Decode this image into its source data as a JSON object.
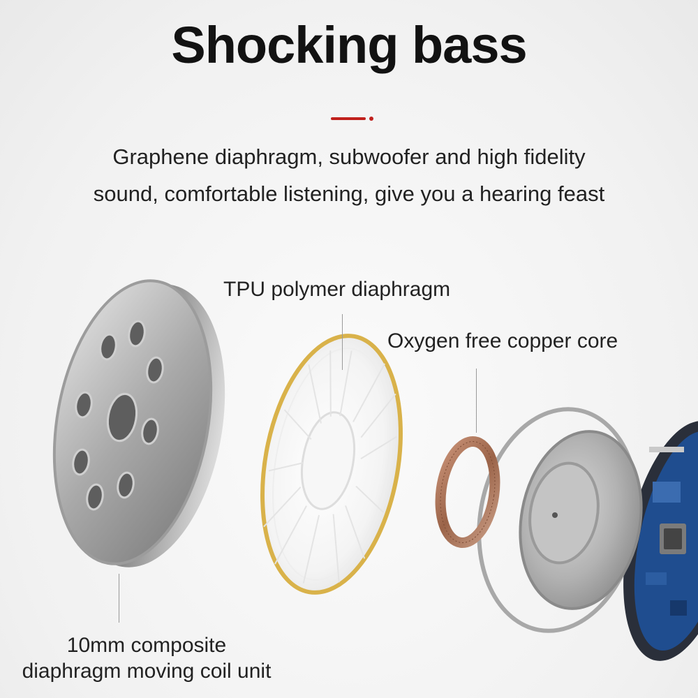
{
  "headline": "Shocking bass",
  "description": {
    "line1": "Graphene diaphragm, subwoofer and high fidelity",
    "line2": "sound, comfortable listening, give you a hearing feast"
  },
  "callouts": {
    "tpu": "TPU polymer diaphragm",
    "copper": "Oxygen free copper core",
    "unit_line1": "10mm composite",
    "unit_line2": "diaphragm moving coil unit"
  },
  "colors": {
    "accent": "#c0201c",
    "copper": "#a8735a",
    "gold_rim": "#d9b24a",
    "pcb": "#1f4d8f"
  }
}
